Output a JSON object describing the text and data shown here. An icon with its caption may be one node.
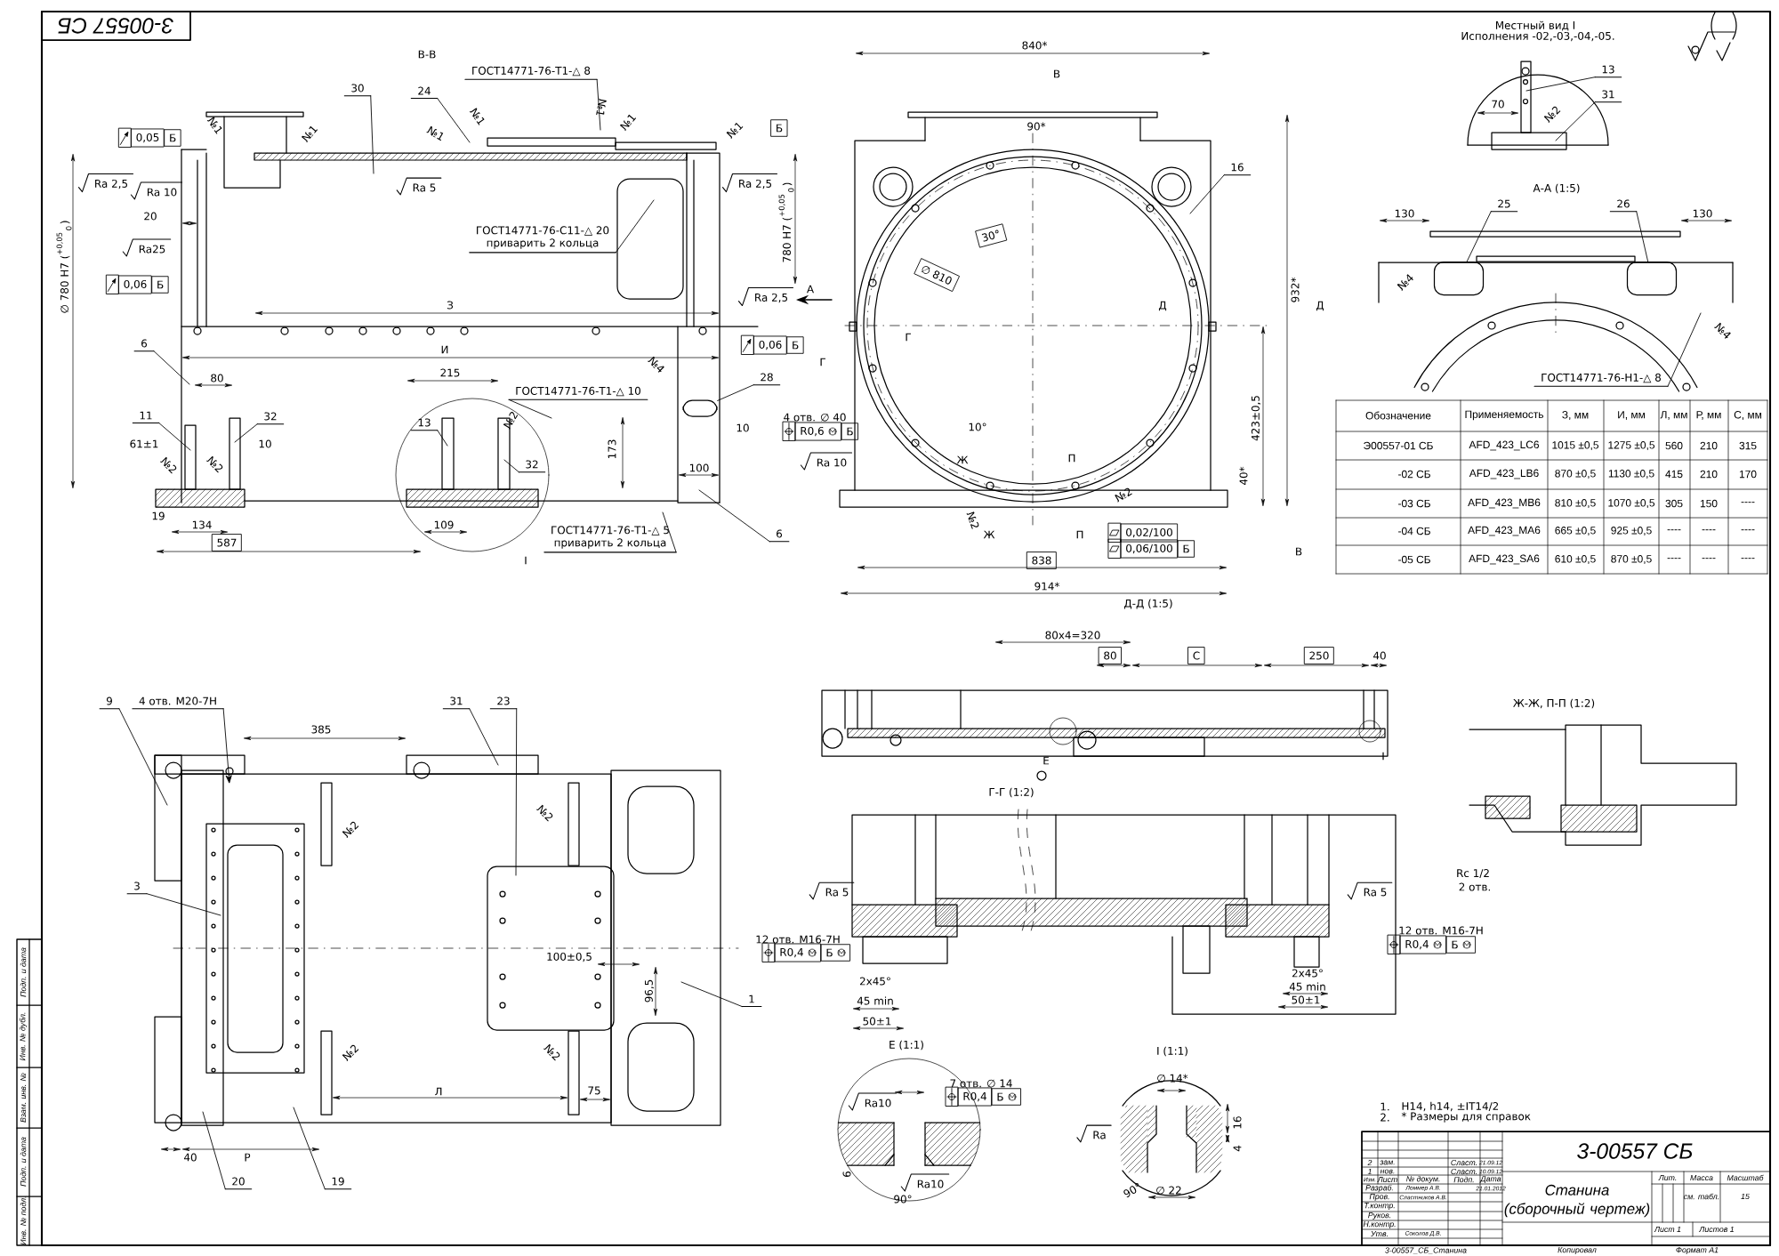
{
  "diagram": {
    "nodes": [
      {
        "text": [
          "30"
        ]
      },
      {
        "text": [
          "24"
        ]
      },
      {
        "text": [
          "6"
        ]
      },
      {
        "text": [
          "11"
        ]
      },
      {
        "text": [
          "32"
        ]
      },
      {
        "text": [
          "13"
        ]
      },
      {
        "text": [
          "32"
        ]
      },
      {
        "text": [
          "28"
        ]
      },
      {
        "text": [
          "6"
        ]
      },
      {
        "text": [
          "16"
        ]
      },
      {
        "text": [
          "13"
        ]
      },
      {
        "text": [
          "31"
        ]
      },
      {
        "text": [
          "25"
        ]
      },
      {
        "text": [
          "26"
        ]
      },
      {
        "text": [
          "9"
        ]
      },
      {
        "text": [
          "31"
        ]
      },
      {
        "text": [
          "23"
        ]
      },
      {
        "text": [
          "3"
        ]
      },
      {
        "text": [
          "1"
        ]
      },
      {
        "text": [
          "20"
        ]
      },
      {
        "text": [
          "19"
        ]
      },
      {
        "text": [
          "ГОСТ14771-76-Т1-△ 8"
        ]
      },
      {
        "text": [
          "ГОСТ14771-76-С11-△ 20",
          "приварить 2 кольца"
        ]
      },
      {
        "text": [
          "ГОСТ14771-76-Т1-△ 10"
        ]
      },
      {
        "text": [
          "ГОСТ14771-76-Т1-△ 5",
          "приварить 2 кольца"
        ]
      },
      {
        "text": [
          "ГОСТ14771-76-Н1-△ 8"
        ]
      },
      {
        "text": [
          "4 отв. М20-7Н"
        ]
      },
      {
        "text": [],
        "shape": "box"
      },
      {
        "text": [],
        "shape": "box"
      },
      {
        "text": [],
        "shape": "box"
      }
    ],
    "edges": [
      {
        "from": 0,
        "to": null,
        "arrow": "none"
      },
      {
        "from": 1,
        "to": null,
        "arrow": "none"
      },
      {
        "from": 2,
        "to": null,
        "arrow": "none"
      },
      {
        "from": 3,
        "to": null,
        "arrow": "none"
      },
      {
        "from": 4,
        "to": null,
        "arrow": "none"
      },
      {
        "from": 5,
        "to": null,
        "arrow": "none"
      },
      {
        "from": 6,
        "to": null,
        "arrow": "none"
      },
      {
        "from": 7,
        "to": 29,
        "arrow": "none"
      },
      {
        "from": 8,
        "to": null,
        "arrow": "none"
      },
      {
        "from": 9,
        "to": null,
        "arrow": "none"
      },
      {
        "from": 10,
        "to": null,
        "arrow": "none"
      },
      {
        "from": 11,
        "to": null,
        "arrow": "none"
      },
      {
        "from": 12,
        "to": 27,
        "arrow": "none"
      },
      {
        "from": 13,
        "to": 28,
        "arrow": "none"
      },
      {
        "from": 14,
        "to": null,
        "arrow": "none"
      },
      {
        "from": 15,
        "to": null,
        "arrow": "none"
      },
      {
        "from": 16,
        "to": null,
        "arrow": "none"
      },
      {
        "from": 17,
        "to": null,
        "arrow": "none"
      },
      {
        "from": 18,
        "to": null,
        "arrow": "none"
      },
      {
        "from": 19,
        "to": null,
        "arrow": "none"
      },
      {
        "from": 20,
        "to": null,
        "arrow": "none"
      },
      {
        "from": 21,
        "to": null,
        "arrow": "none"
      },
      {
        "from": 22,
        "to": null,
        "arrow": "none"
      },
      {
        "from": 23,
        "to": null,
        "arrow": "none"
      },
      {
        "from": 24,
        "to": null,
        "arrow": "none"
      },
      {
        "from": 25,
        "to": null,
        "arrow": "none"
      },
      {
        "from": 26,
        "to": null,
        "arrow": "to"
      }
    ],
    "labels": [
      "3-00557 СБ",
      "В-В",
      "№1",
      "№1",
      "№1",
      "№1",
      "№1",
      "№1",
      "№1",
      "Б",
      "0,05",
      "Б",
      "Ra 2,5",
      "Ra 10",
      "Ra 5",
      "Ra 2,5",
      "20",
      "780 H7 ($^{+0,05}$$_{0}$)",
      "Ra25",
      "0,06",
      "Б",
      "∅ 780 H7 ($^{+0,05}$$_{0}$)",
      "Ra 2,5",
      "А",
      "З",
      "И",
      "0,06",
      "Б",
      "80",
      "215",
      "№4",
      "№2",
      "61±1",
      "10",
      "173",
      "10",
      "№2",
      "№2",
      "100",
      "19",
      "134",
      "109",
      "587",
      "I",
      "840*",
      "В",
      "90*",
      "30°",
      "∅ 810",
      "Д",
      "Д",
      "932*",
      "Г",
      "Г",
      "4 отв. ∅ 40",
      "R0,6",
      "Б",
      "Ra 10",
      "10°",
      "Ж",
      "П",
      "423±0,5",
      "40*",
      "№2",
      "№2",
      "Ж",
      "П",
      "0,02/100",
      "0,06/100",
      "Б",
      "В",
      "838",
      "914*",
      "Д-Д (1:5)",
      "Местный вид I",
      "Исполнения -02,-03,-04,-05.",
      "70",
      "№2",
      "А-А (1:5)",
      "130",
      "130",
      "№4",
      "№4",
      "Обозначение",
      "Применяемость",
      "З, мм",
      "И, мм",
      "Л, мм",
      "Р, мм",
      "С, мм",
      "Э00557-01 СБ",
      "AFD_423_LC6",
      "1015 ±0,5",
      "1275 ±0,5",
      "560",
      "210",
      "315",
      "-02 СБ",
      "AFD_423_LB6",
      "870 ±0,5",
      "1130 ±0,5",
      "415",
      "210",
      "170",
      "-03 СБ",
      "AFD_423_MB6",
      "810 ±0,5",
      "1070 ±0,5",
      "305",
      "150",
      "----",
      "-04 СБ",
      "AFD_423_MA6",
      "665 ±0,5",
      "925 ±0,5",
      "----",
      "----",
      "----",
      "-05 СБ",
      "AFD_423_SA6",
      "610 ±0,5",
      "870 ±0,5",
      "----",
      "----",
      "----",
      "80х4=320",
      "80",
      "С",
      "250",
      "40",
      "Е",
      "I",
      "Г-Г (1:2)",
      "Ra 5",
      "Ra 5",
      "12 отв. М16-7Н",
      "R0,4",
      "Б",
      "2х45°",
      "45 min",
      "50±1",
      "12 отв. М16-7Н",
      "R0,4",
      "Б",
      "2х45°",
      "45 min",
      "50±1",
      "Е (1:1)",
      "7 отв. ∅ 14",
      "R0,4",
      "Б",
      "Ra10",
      "Ra10",
      "90°",
      "6",
      "I (1:1)",
      "∅ 14*",
      "16",
      "4",
      "Ra",
      "90°",
      "∅ 22",
      "Ж-Ж, П-П (1:2)",
      "Rc 1/2",
      "2 отв.",
      "385",
      "№2",
      "№2",
      "№2",
      "№2",
      "100±0,5",
      "96,5",
      "Л",
      "75",
      "40",
      "Р",
      "1.",
      "H14, h14, ±IT14/2",
      "2.",
      "* Размеры для справок",
      "2",
      "зам.",
      "Сласт.",
      "21.09.12",
      "1",
      "нов.",
      "Сласт.",
      "10.09.12",
      "Изм.",
      "Лист",
      "№ докум.",
      "Подп.",
      "Дата",
      "Разраб.",
      "Ломмер А.В.",
      "21.01.2012",
      "Пров.",
      "Сластников А.В.",
      "Т.контр.",
      "Руков.",
      "Н.контр.",
      "Утв.",
      "Соколов Д.В.",
      "3-00557 СБ",
      "Станина (сборочный чертеж)",
      "Лит.",
      "Масса",
      "Масштаб",
      "см. табл.",
      "15",
      "Лист 1",
      "Листов 1",
      "3-00557_СБ_Станина",
      "Копировал",
      "Формат А1",
      "Подп. и дата",
      "Инв. № дубл.",
      "Взам. инв. №",
      "Подп. и дата",
      "Инв. № подл."
    ]
  }
}
